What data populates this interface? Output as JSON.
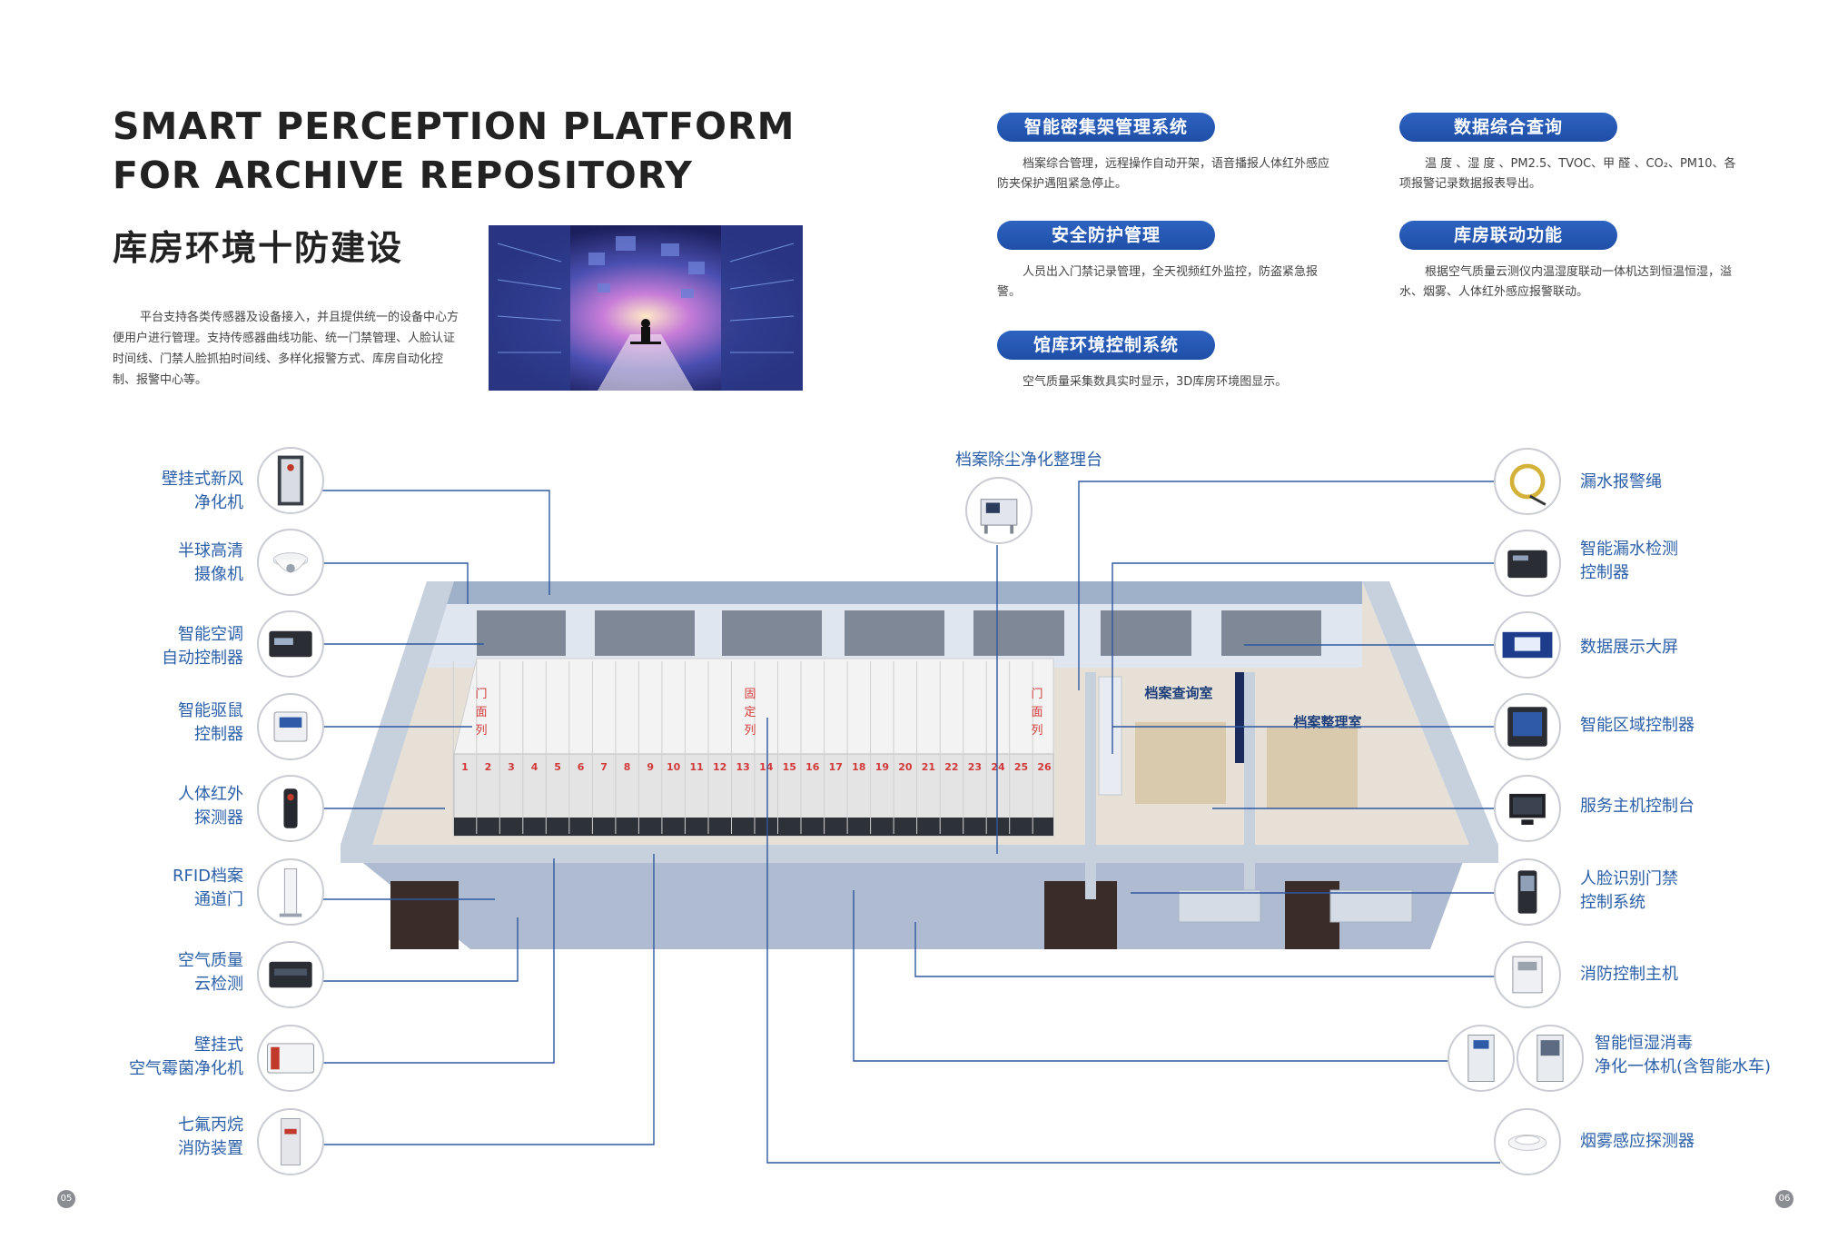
{
  "header": {
    "title_en_line1": "SMART PERCEPTION PLATFORM",
    "title_en_line2": "FOR ARCHIVE REPOSITORY",
    "title_cn": "库房环境十防建设",
    "intro": "平台支持各类传感器及设备接入，并且提供统一的设备中心方便用户进行管理。支持传感器曲线功能、统一门禁管理、人脸认证时间线、门禁人脸抓拍时间线、多样化报警方式、库房自动化控制、报警中心等。"
  },
  "features": [
    {
      "title": "智能密集架管理系统",
      "text": "档案综合管理，远程操作自动开架，语音播报人体红外感应防夹保护遇阻紧急停止。"
    },
    {
      "title": "数据综合查询",
      "text": "温 度 、湿 度 、PM2.5、TVOC、甲 醛 、CO₂、PM10、各项报警记录数据报表导出。"
    },
    {
      "title": "安全防护管理",
      "text": "人员出入门禁记录管理，全天视频红外监控，防盗紧急报警。"
    },
    {
      "title": "库房联动功能",
      "text": "根据空气质量云测仪内温湿度联动一体机达到恒温恒湿，溢水、烟雾、人体红外感应报警联动。"
    },
    {
      "title": "馆库环境控制系统",
      "text": "空气质量采集数具实时显示，3D库房环境图显示。"
    }
  ],
  "left_devices": [
    {
      "line1": "壁挂式新风",
      "line2": "净化机",
      "icon": "wall-fresh-air-purifier-icon"
    },
    {
      "line1": "半球高清",
      "line2": "摄像机",
      "icon": "dome-camera-icon"
    },
    {
      "line1": "智能空调",
      "line2": "自动控制器",
      "icon": "ac-controller-icon"
    },
    {
      "line1": "智能驱鼠",
      "line2": "控制器",
      "icon": "rodent-repeller-icon"
    },
    {
      "line1": "人体红外",
      "line2": "探测器",
      "icon": "infrared-detector-icon"
    },
    {
      "line1": "RFID档案",
      "line2": "通道门",
      "icon": "rfid-gate-icon"
    },
    {
      "line1": "空气质量",
      "line2": "云检测",
      "icon": "air-quality-monitor-icon"
    },
    {
      "line1": "壁挂式",
      "line2": "空气霉菌净化机",
      "icon": "mold-purifier-icon"
    },
    {
      "line1": "七氟丙烷",
      "line2": "消防装置",
      "icon": "fire-suppression-icon"
    }
  ],
  "right_devices": [
    {
      "line1": "漏水报警绳",
      "line2": "",
      "icon": "leak-rope-icon"
    },
    {
      "line1": "智能漏水检测",
      "line2": "控制器",
      "icon": "leak-controller-icon"
    },
    {
      "line1": "数据展示大屏",
      "line2": "",
      "icon": "display-screen-icon"
    },
    {
      "line1": "智能区域控制器",
      "line2": "",
      "icon": "zone-controller-icon"
    },
    {
      "line1": "服务主机控制台",
      "line2": "",
      "icon": "host-console-icon"
    },
    {
      "line1": "人脸识别门禁",
      "line2": "控制系统",
      "icon": "face-access-icon"
    },
    {
      "line1": "消防控制主机",
      "line2": "",
      "icon": "fire-control-host-icon"
    },
    {
      "line1": "智能恒湿消毒",
      "line2": "净化一体机(含智能水车)",
      "icon": "humidity-purifier-icon"
    },
    {
      "line1": "烟雾感应探测器",
      "line2": "",
      "icon": "smoke-detector-icon"
    }
  ],
  "top_device": {
    "label": "档案除尘净化整理台",
    "icon": "dust-cleaning-desk-icon"
  },
  "diagram": {
    "room_query": "档案查询室",
    "room_sort": "档案整理室",
    "rack_labels": {
      "left_fixed": [
        "门",
        "面",
        "列"
      ],
      "middle_fixed": [
        "固",
        "定",
        "列"
      ],
      "right_fixed": [
        "门",
        "面",
        "列"
      ]
    },
    "rack_numbers": [
      "1",
      "2",
      "3",
      "4",
      "5",
      "6",
      "7",
      "8",
      "9",
      "10",
      "11",
      "12",
      "13",
      "14",
      "15",
      "16",
      "17",
      "18",
      "19",
      "20",
      "21",
      "22",
      "23",
      "24",
      "25",
      "26"
    ]
  },
  "pages": {
    "left": "05",
    "right": "06"
  },
  "colors": {
    "accent": "#1f4ea7",
    "label": "#2b5fa8",
    "line": "#2f58a0",
    "rack_number": "#d23a3a"
  }
}
